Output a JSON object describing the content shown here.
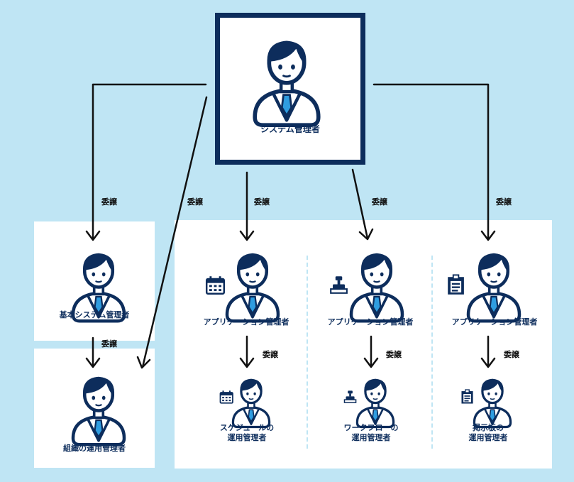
{
  "top_admin": {
    "label": "システム管理者"
  },
  "delegate_label": "委譲",
  "basic_admin": {
    "label": "基本システム管理者"
  },
  "org_admin": {
    "label": "組織の運用管理者"
  },
  "app_admin_label": "アプリケーション管理者",
  "schedule_admin": {
    "line1": "スケジュールの",
    "line2": "運用管理者"
  },
  "workflow_admin": {
    "line1": "ワークフローの",
    "line2": "運用管理者"
  },
  "board_admin": {
    "line1": "掲示板の",
    "line2": "運用管理者"
  },
  "icons": {
    "schedule": "calendar-icon",
    "workflow": "stamp-icon",
    "board": "bulletin-board-icon"
  },
  "colors": {
    "background": "#bfe5f4",
    "navy": "#0d2d5c",
    "tie": "#2f9de0",
    "panel": "#ffffff"
  }
}
